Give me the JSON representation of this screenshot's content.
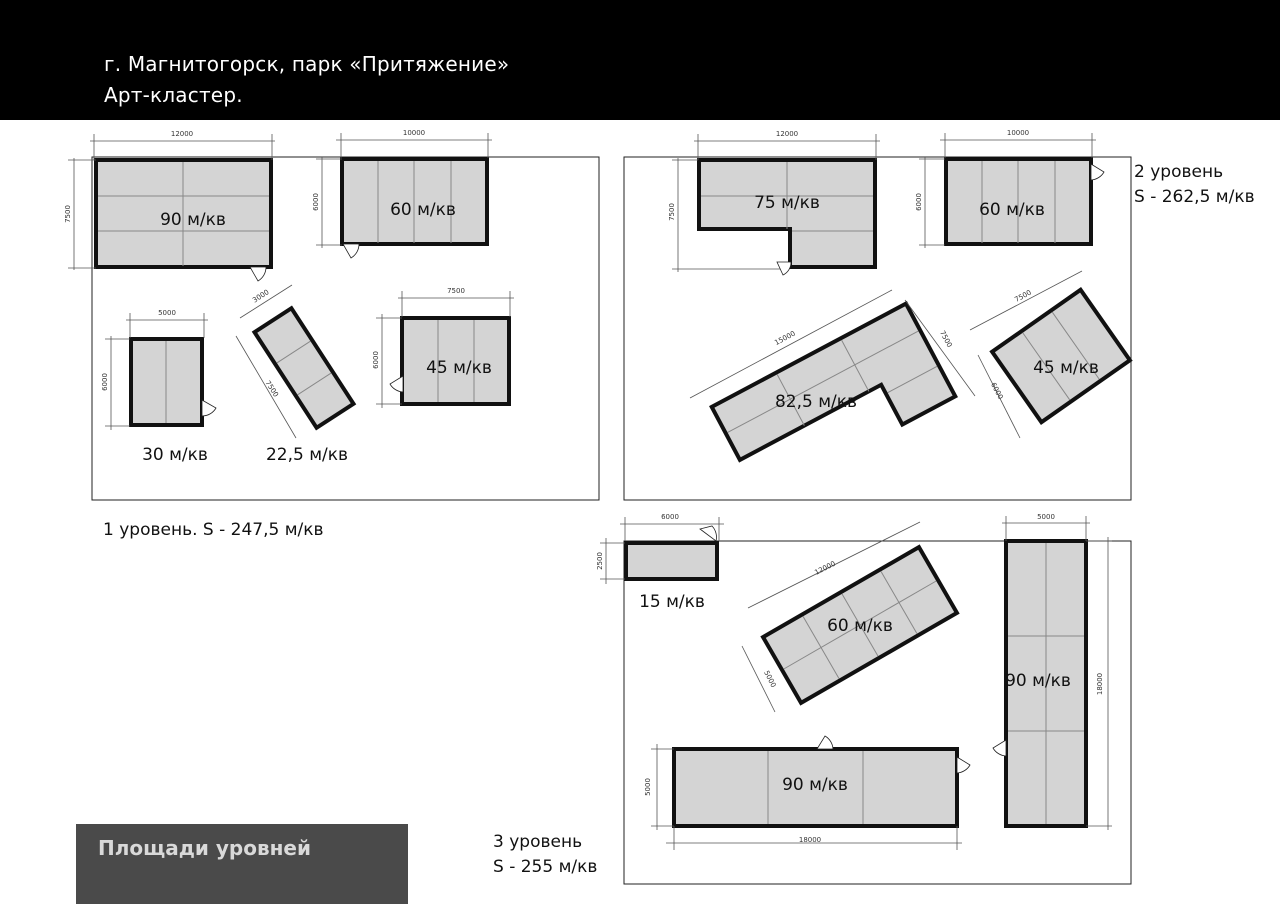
{
  "header": {
    "line1": "г. Магнитогорск, парк «Притяжение»",
    "line2": "Арт-кластер."
  },
  "levels": [
    {
      "label": "1 уровень. S - 247,5 м/кв",
      "modules": [
        {
          "area": "90 м/кв",
          "dims": [
            "12000",
            "7500"
          ]
        },
        {
          "area": "60 м/кв",
          "dims": [
            "10000",
            "6000"
          ]
        },
        {
          "area": "30 м/кв",
          "dims": [
            "5000",
            "6000"
          ]
        },
        {
          "area": "22,5 м/кв",
          "dims": [
            "3000",
            "7500"
          ]
        },
        {
          "area": "45 м/кв",
          "dims": [
            "7500",
            "6000"
          ]
        }
      ]
    },
    {
      "label_line1": "2 уровень",
      "label_line2": "S - 262,5 м/кв",
      "modules": [
        {
          "area": "75 м/кв",
          "dims": [
            "12000",
            "7500"
          ]
        },
        {
          "area": "60 м/кв",
          "dims": [
            "10000",
            "6000"
          ]
        },
        {
          "area": "82,5 м/кв",
          "dims": [
            "15000",
            "7500"
          ]
        },
        {
          "area": "45 м/кв",
          "dims": [
            "7500",
            "6000"
          ]
        }
      ]
    },
    {
      "label_line1": "3 уровень",
      "label_line2": "S - 255 м/кв",
      "modules": [
        {
          "area": "15 м/кв",
          "dims": [
            "6000",
            "2500"
          ]
        },
        {
          "area": "60 м/кв",
          "dims": [
            "12000",
            "5000"
          ]
        },
        {
          "area": "90 м/кв",
          "dims": [
            "5000",
            "18000"
          ]
        },
        {
          "area": "90 м/кв",
          "dims": [
            "18000",
            "5000"
          ]
        }
      ]
    }
  ],
  "panel": {
    "label": "Площади уровней"
  },
  "colors": {
    "fill": "#d4d4d4",
    "wall": "#111111",
    "header": "#000000",
    "panel": "#4a4a4a"
  }
}
